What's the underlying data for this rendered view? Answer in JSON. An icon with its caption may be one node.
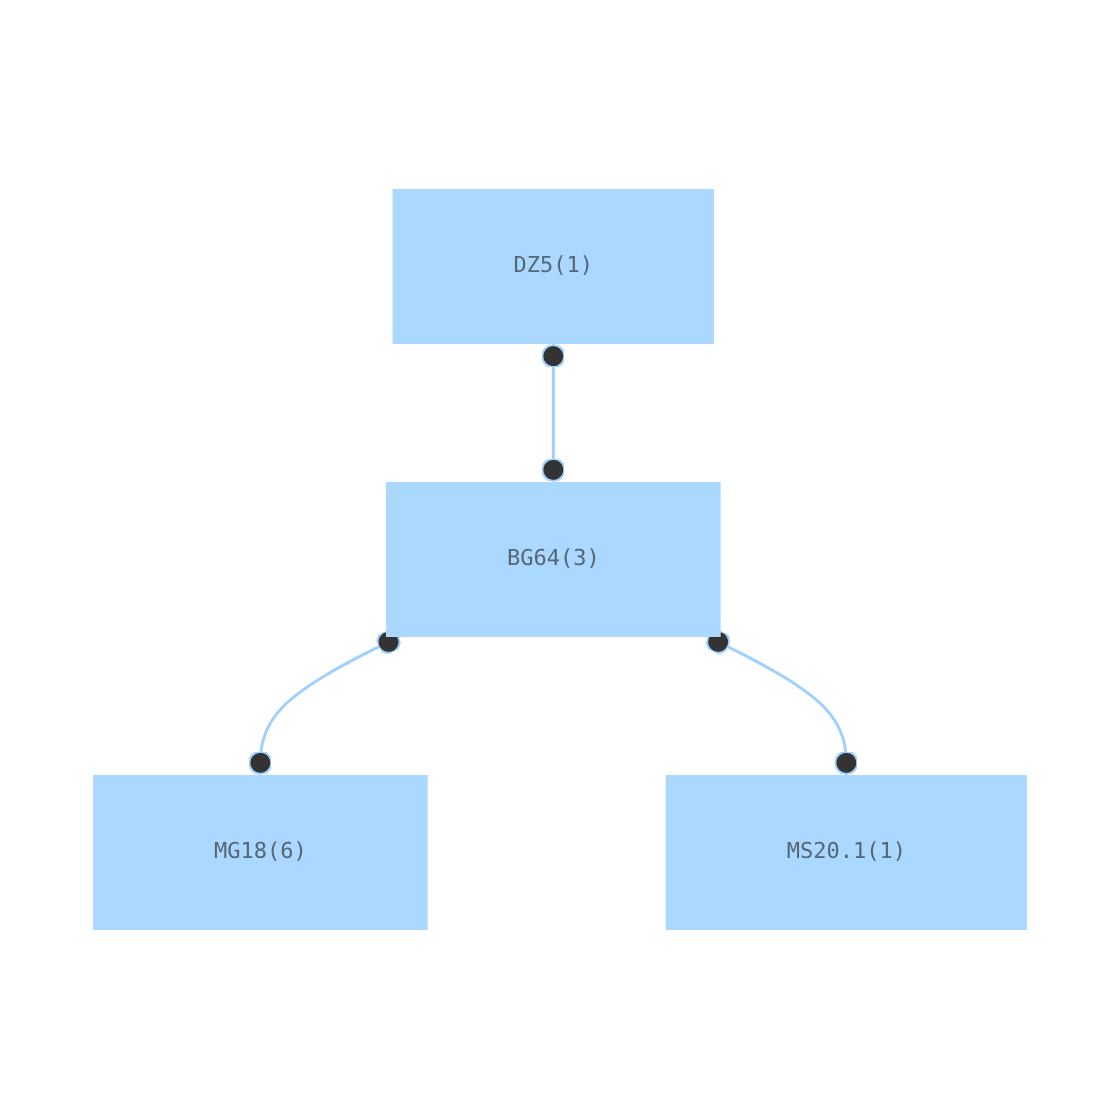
{
  "diagram": {
    "nodes": [
      {
        "text": [
          "DZ5(1)"
        ]
      },
      {
        "text": [
          "BG64(3)"
        ]
      },
      {
        "text": [
          "MG18(6)"
        ]
      },
      {
        "text": [
          "MS20.1(1)"
        ]
      }
    ],
    "edges": [
      {
        "from": 0,
        "to": 1,
        "arrow": "other"
      },
      {
        "from": 1,
        "to": 2,
        "arrow": "other"
      },
      {
        "from": 1,
        "to": 3,
        "arrow": "other"
      }
    ]
  }
}
